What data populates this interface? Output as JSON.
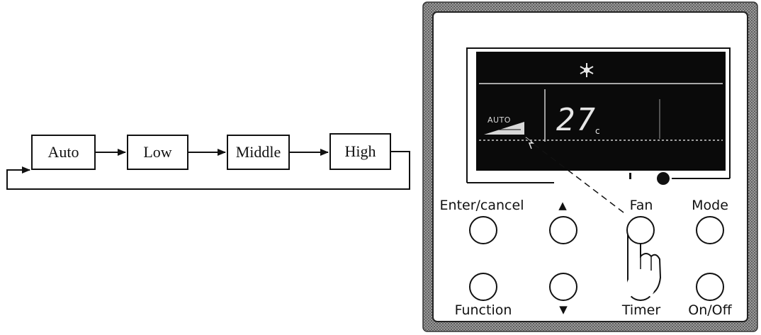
{
  "flow": {
    "auto": "Auto",
    "low": "Low",
    "middle": "Middle",
    "high": "High"
  },
  "display": {
    "mode_icon": "snowflake-icon",
    "fan_speed": "AUTO",
    "temperature": "27",
    "unit": "c"
  },
  "buttons": {
    "enter_cancel": "Enter/cancel",
    "up": "▲",
    "fan": "Fan",
    "mode": "Mode",
    "function": "Function",
    "down": "▼",
    "timer": "Timer",
    "on_off": "On/Off"
  },
  "colors": {
    "panel_border": "#555555",
    "lcd_background": "#0a0a0a",
    "ink": "#111111"
  }
}
